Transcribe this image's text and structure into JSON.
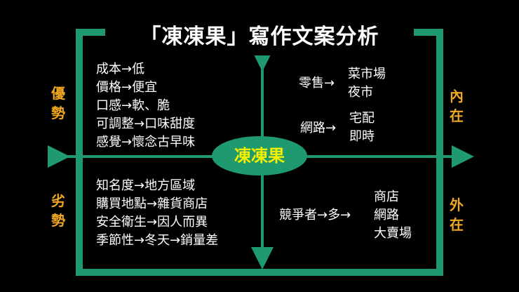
{
  "title": "「凍凍果」寫作文案分析",
  "center": "凍凍果",
  "labels": {
    "strength": [
      "優",
      "勢"
    ],
    "weakness": [
      "劣",
      "勢"
    ],
    "internal": [
      "內",
      "在"
    ],
    "external": [
      "外",
      "在"
    ]
  },
  "strengths": [
    "成本→低",
    "價格→便宜",
    "口感→軟、脆",
    "可調整→口味甜度",
    "感覺→懷念古早味"
  ],
  "weaknesses": [
    "知名度→地方區域",
    "購買地點→雜貨商店",
    "安全衛生→因人而異",
    "季節性→冬天→銷量差"
  ],
  "internal": {
    "retail_label": "零售→",
    "retail_items": [
      "菜市場",
      "夜市"
    ],
    "online_label": "網路→",
    "online_items": [
      "宅配",
      "即時"
    ]
  },
  "external": {
    "competitor_label": "競爭者→多→",
    "competitor_items": [
      "商店",
      "網路",
      "大賣場"
    ]
  },
  "colors": {
    "frame": "#1f9a6e",
    "ellipse": "#1f9a6e",
    "side_label": "#f0a820",
    "center_text": "#f5f000"
  }
}
